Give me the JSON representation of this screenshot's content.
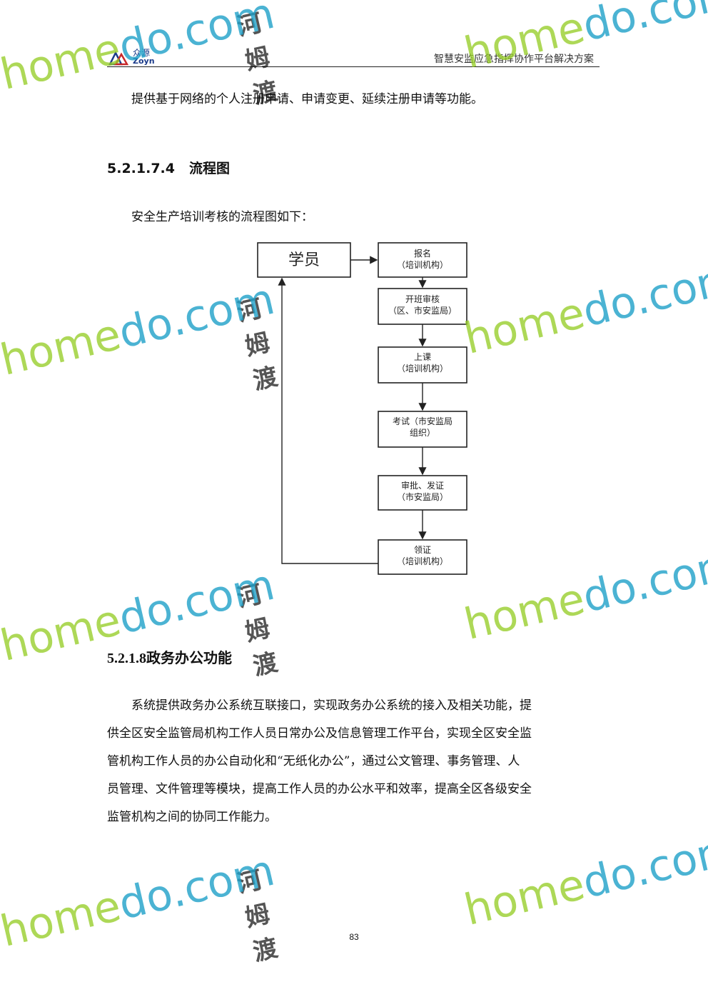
{
  "header": {
    "logo_cn": "众源",
    "logo_en": "Zoyn",
    "title": "智慧安监应急指挥协作平台解决方案"
  },
  "intro_paragraph": "提供基于网络的个人注册申请、申请变更、延续注册申请等功能。",
  "section_flow": {
    "number": "5.2.1.7.4",
    "title": "流程图",
    "intro": "安全生产培训考核的流程图如下："
  },
  "flowchart": {
    "student": "学员",
    "steps": [
      {
        "line1": "报名",
        "line2": "（培训机构）"
      },
      {
        "line1": "开班审核",
        "line2": "（区、市安监局）"
      },
      {
        "line1": "上课",
        "line2": "（培训机构）"
      },
      {
        "line1": "考试（市安监局",
        "line2": "组织）"
      },
      {
        "line1": "审批、发证",
        "line2": "（市安监局）"
      },
      {
        "line1": "领证",
        "line2": "（培训机构）"
      }
    ]
  },
  "section_office": {
    "heading": "5.2.1.8政务办公功能",
    "lines": [
      "系统提供政务办公系统互联接口，实现政务办公系统的接入及相关功能，提",
      "供全区安全监管局机构工作人员日常办公及信息管理工作平台，实现全区安全监",
      "管机构工作人员的办公自动化和“无纸化办公”，通过公文管理、事务管理、人",
      "员管理、文件管理等模块，提高工作人员的办公水平和效率，提高全区各级安全",
      "监管机构之间的协同工作能力。"
    ]
  },
  "page_number": "83",
  "watermark": {
    "cn": "河姆渡",
    "en_home": "home",
    "en_do": "do",
    "en_com": ".com"
  }
}
